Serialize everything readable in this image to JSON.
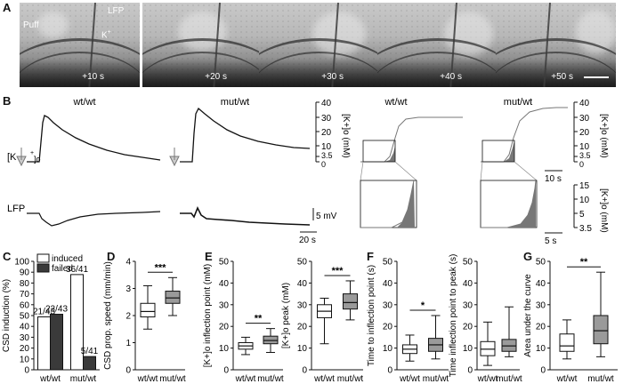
{
  "panel_letters": [
    "A",
    "B",
    "C",
    "D",
    "E",
    "F",
    "G"
  ],
  "panel_a": {
    "labels": {
      "puff": "Puff",
      "lfp": "LFP",
      "k": "K",
      "k_sup": "+"
    },
    "times": [
      "+10 s",
      "+20 s",
      "+30 s",
      "+40 s",
      "+50 s"
    ]
  },
  "panel_b": {
    "headers": [
      "wt/wt",
      "mut/wt",
      "wt/wt",
      "mut/wt"
    ],
    "k_label": "[K",
    "k_label_sub": "+",
    "k_label_tail": "]o",
    "lfp_label": "LFP",
    "scale_mv": "5 mV",
    "scale_20s": "20 s",
    "scale_10s": "10 s",
    "scale_5s": "5 s",
    "k_axis_ticks": [
      "40",
      "30",
      "20",
      "10",
      "3.5",
      "0"
    ],
    "k_axis_title": "[K+]o (mM)",
    "k_axis_ticks_inset": [
      "15",
      "10",
      "5",
      "3.5"
    ]
  },
  "chart_data": [
    {
      "type": "bar",
      "panel": "C",
      "ylabel": "CSD induction (%)",
      "ylim": [
        0,
        100
      ],
      "yticks": [
        0,
        10,
        20,
        30,
        40,
        50,
        60,
        70,
        80,
        90,
        100
      ],
      "categories": [
        "wt/wt",
        "mut/wt"
      ],
      "series": [
        {
          "name": "induced",
          "values": [
            48.8,
            87.8
          ],
          "color": "#ffffff",
          "labels": [
            "21/43",
            "36/41"
          ]
        },
        {
          "name": "failed",
          "values": [
            51.2,
            12.2
          ],
          "color": "#3a3a3a",
          "labels": [
            "22/43",
            "5/41"
          ]
        }
      ]
    },
    {
      "type": "box",
      "panel": "D",
      "ylabel": "CSD prop. speed (mm/min)",
      "ylim": [
        0,
        4
      ],
      "yticks": [
        0,
        1,
        2,
        3,
        4
      ],
      "categories": [
        "wt/wt",
        "mut/wt"
      ],
      "boxes": [
        {
          "min": 1.5,
          "q1": 1.95,
          "median": 2.15,
          "q3": 2.45,
          "max": 3.1,
          "fill": "#ffffff"
        },
        {
          "min": 2.0,
          "q1": 2.45,
          "median": 2.65,
          "q3": 2.9,
          "max": 3.4,
          "fill": "#9a9a9a"
        }
      ],
      "significance": "***"
    },
    {
      "type": "box",
      "panel": "E1",
      "ylabel": "[K+]o inflection point (mM)",
      "ylim": [
        0,
        50
      ],
      "yticks": [
        0,
        10,
        20,
        30,
        40,
        50
      ],
      "categories": [
        "wt/wt",
        "mut/wt"
      ],
      "boxes": [
        {
          "min": 7,
          "q1": 9.5,
          "median": 11,
          "q3": 12.5,
          "max": 15,
          "fill": "#ffffff"
        },
        {
          "min": 8,
          "q1": 12,
          "median": 13.5,
          "q3": 15.5,
          "max": 19,
          "fill": "#9a9a9a"
        }
      ],
      "significance": "**"
    },
    {
      "type": "box",
      "panel": "E2",
      "ylabel": "[K+]o peak (mM)",
      "ylim": [
        0,
        50
      ],
      "yticks": [
        0,
        10,
        20,
        30,
        40,
        50
      ],
      "categories": [
        "wt/wt",
        "mut/wt"
      ],
      "boxes": [
        {
          "min": 12,
          "q1": 24,
          "median": 27,
          "q3": 30,
          "max": 33,
          "fill": "#ffffff"
        },
        {
          "min": 23,
          "q1": 28,
          "median": 31,
          "q3": 35,
          "max": 41,
          "fill": "#9a9a9a"
        }
      ],
      "significance": "***"
    },
    {
      "type": "box",
      "panel": "F1",
      "ylabel": "Time to inflection point (s)",
      "ylim": [
        0,
        50
      ],
      "yticks": [
        0,
        10,
        20,
        30,
        40,
        50
      ],
      "categories": [
        "wt/wt",
        "mut/wt"
      ],
      "boxes": [
        {
          "min": 4,
          "q1": 7.5,
          "median": 9.5,
          "q3": 11.5,
          "max": 16,
          "fill": "#ffffff"
        },
        {
          "min": 5,
          "q1": 8.5,
          "median": 11.5,
          "q3": 14.5,
          "max": 25,
          "fill": "#9a9a9a"
        }
      ],
      "significance": "*"
    },
    {
      "type": "box",
      "panel": "F2",
      "ylabel": "Time inflection point to peak (s)",
      "ylim": [
        0,
        50
      ],
      "yticks": [
        0,
        10,
        20,
        30,
        40,
        50
      ],
      "categories": [
        "wt/wt",
        "mut/wt"
      ],
      "boxes": [
        {
          "min": 2,
          "q1": 6.5,
          "median": 9.5,
          "q3": 13,
          "max": 22,
          "fill": "#ffffff"
        },
        {
          "min": 6,
          "q1": 8.5,
          "median": 11,
          "q3": 14,
          "max": 29,
          "fill": "#9a9a9a"
        }
      ],
      "significance": ""
    },
    {
      "type": "box",
      "panel": "G",
      "ylabel": "Area under the curve",
      "ylim": [
        0,
        50
      ],
      "yticks": [
        0,
        10,
        20,
        30,
        40,
        50
      ],
      "categories": [
        "wt/wt",
        "mut/wt"
      ],
      "boxes": [
        {
          "min": 5,
          "q1": 8.5,
          "median": 11,
          "q3": 16.5,
          "max": 23,
          "fill": "#ffffff"
        },
        {
          "min": 6,
          "q1": 12,
          "median": 18,
          "q3": 25,
          "max": 45,
          "fill": "#9a9a9a"
        }
      ],
      "significance": "**"
    }
  ]
}
